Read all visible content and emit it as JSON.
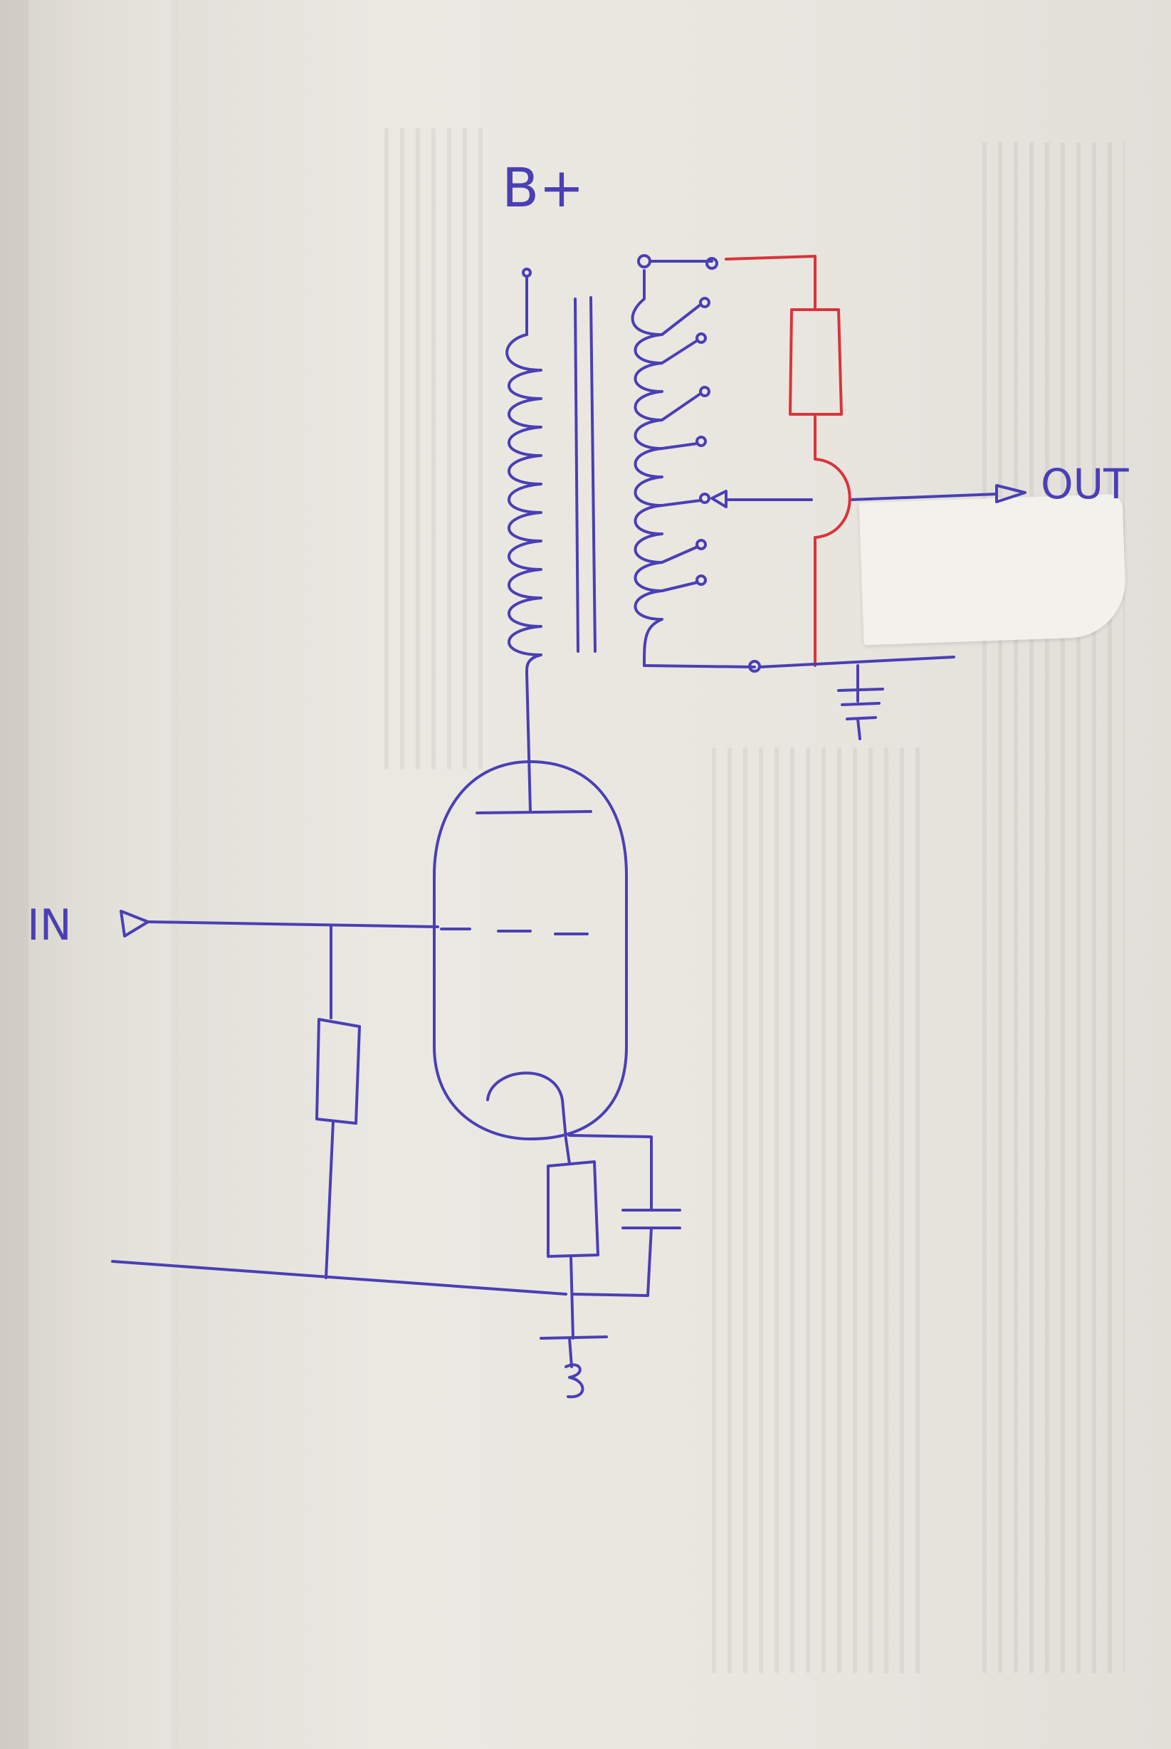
{
  "labels": {
    "supply": "B+",
    "input": "IN",
    "output": "OUT"
  },
  "colors": {
    "ink": "#4a3fb5",
    "red_ink": "#d9343a",
    "paper": "#e9e6e0"
  },
  "components": [
    "primary-winding",
    "transformer-core",
    "secondary-winding",
    "triode-tube",
    "grid-resistor",
    "cathode-resistor",
    "cathode-bypass-capacitor",
    "load-resistor",
    "ground-symbol"
  ]
}
